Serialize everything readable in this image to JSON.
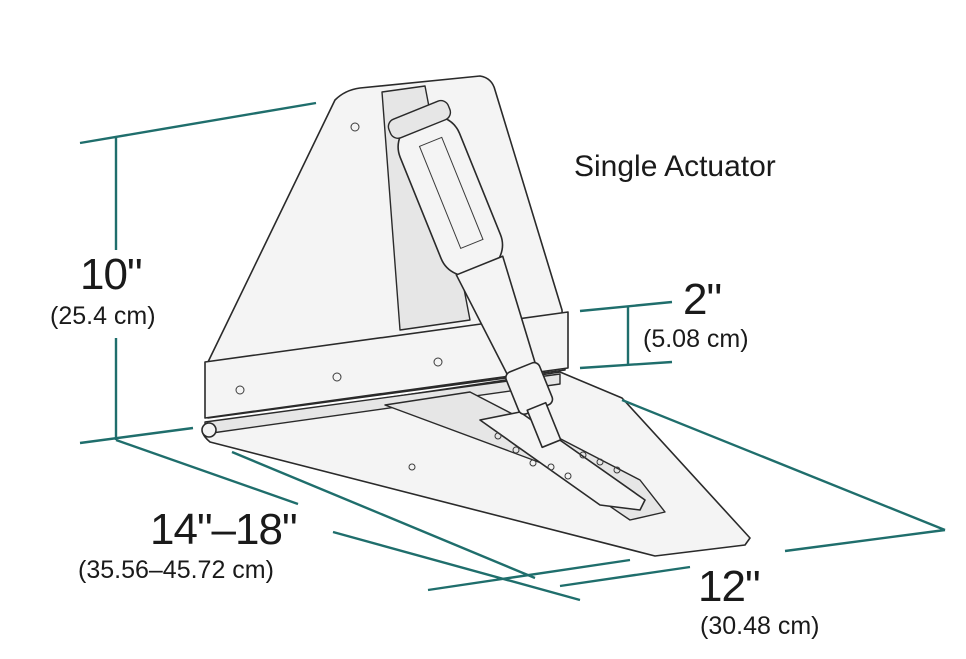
{
  "title": "Single Actuator",
  "dimensions": {
    "height": {
      "imperial": "10\"",
      "metric": "(25.4 cm)"
    },
    "actuator_offset": {
      "imperial": "2\"",
      "metric": "(5.08 cm)"
    },
    "length": {
      "imperial": "14\"–18\"",
      "metric": "(35.56–45.72 cm)"
    },
    "width": {
      "imperial": "12\"",
      "metric": "(30.48 cm)"
    }
  },
  "colors": {
    "dimension_line": "#1f6e6c",
    "text": "#1a1a1a"
  }
}
